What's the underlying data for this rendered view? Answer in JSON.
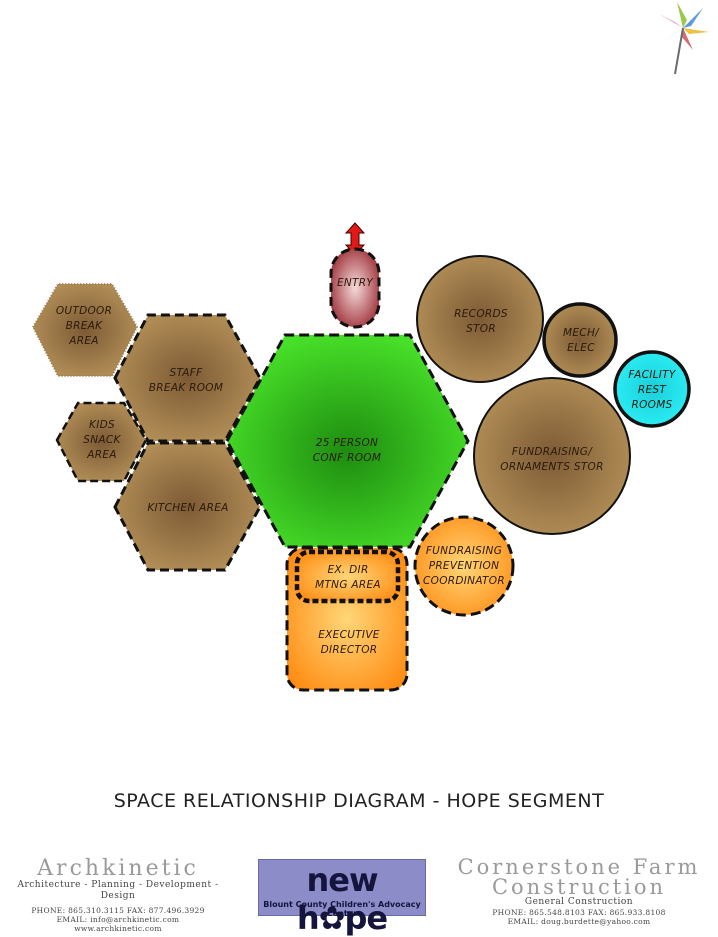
{
  "rooms": {
    "entry": "ENTRY",
    "outdoor_break": [
      "OUTDOOR",
      "BREAK",
      "AREA"
    ],
    "staff_break": [
      "STAFF",
      "BREAK ROOM"
    ],
    "kids_snack": [
      "KIDS",
      "SNACK",
      "AREA"
    ],
    "kitchen": "KITCHEN AREA",
    "conf_room": [
      "25 PERSON",
      "CONF ROOM"
    ],
    "records": [
      "RECORDS",
      "STOR"
    ],
    "mech_elec": [
      "MECH/",
      "ELEC"
    ],
    "facility_rest": [
      "FACILITY",
      "REST",
      "ROOMS"
    ],
    "fundraising_orn": [
      "FUNDRAISING/",
      "ORNAMENTS STOR"
    ],
    "prevention": [
      "FUNDRAISING",
      "PREVENTION",
      "COORDINATOR"
    ],
    "ex_dir_mtng": [
      "EX. DIR",
      "MTNG AREA"
    ],
    "executive": [
      "EXECUTIVE",
      "DIRECTOR"
    ]
  },
  "title": "SPACE RELATIONSHIP DIAGRAM - HOPE SEGMENT",
  "archkinetic": {
    "name": "Archkinetic",
    "tagline": "Architecture - Planning - Development - Design",
    "phone": "PHONE: 865.310.3115    FAX: 877.496.3929",
    "email": "EMAIL: info@archkinetic.com",
    "web": "www.archkinetic.com"
  },
  "newhope": {
    "logo": "new h✿pe",
    "tagline": "Blount County Children's Advocacy Center"
  },
  "cornerstone": {
    "name1": "Cornerstone Farm",
    "name2": "Construction",
    "sub": "General Construction",
    "phone": "PHONE: 865.548.8103   FAX: 865.933.8108",
    "email": "EMAIL: doug.burdette@yahoo.com"
  },
  "colors": {
    "tan": "#a8824a",
    "tan_dark": "#7a5530",
    "green": "#44dd22",
    "green_dark": "#1a8a0a",
    "orange": "#ff9a1a",
    "orange_light": "#ffd070",
    "cyan": "#22e6ee",
    "entry": "#b04048"
  }
}
